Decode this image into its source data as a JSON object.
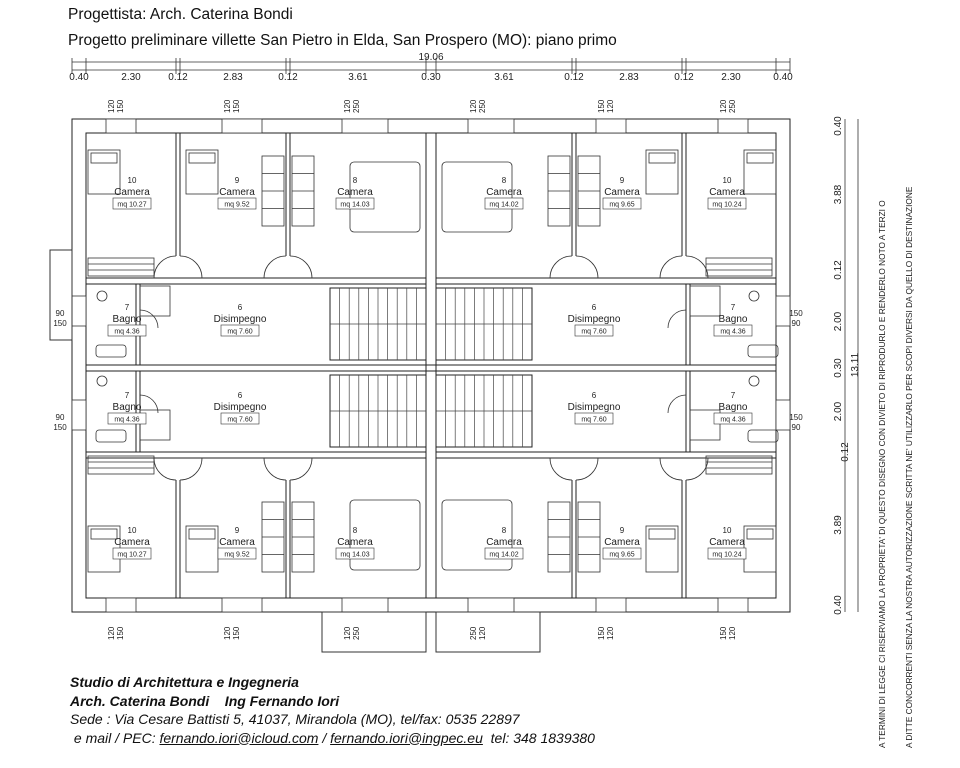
{
  "header": {
    "designer": "Progettista: Arch. Caterina Bondi",
    "project": "Progetto preliminare villette San Pietro in Elda, San Prospero (MO): piano primo"
  },
  "dimensions_top": {
    "total": "19.06",
    "segments": [
      "0.40",
      "2.30",
      "0.12",
      "2.83",
      "0.12",
      "3.61",
      "0.30",
      "3.61",
      "0.12",
      "2.83",
      "0.12",
      "2.30",
      "0.40"
    ]
  },
  "dimensions_right": {
    "total": "13.11",
    "segments": [
      "0.40",
      "3.88",
      "0.12",
      "2.00",
      "0.30",
      "2.00",
      "3.89",
      "0.40"
    ],
    "overlap_label": "0.12"
  },
  "window_labels": {
    "w120_150": [
      "120",
      "150"
    ],
    "w120_250": [
      "120",
      "250"
    ],
    "w150_120": [
      "150",
      "120"
    ],
    "w250_120": [
      "250",
      "120"
    ],
    "w90_150": [
      "90",
      "150"
    ],
    "w150_90": [
      "150",
      "90"
    ]
  },
  "rooms": {
    "camera": "Camera",
    "bagno": "Bagno",
    "disimpegno": "Disimpegno",
    "n10": "10",
    "n9": "9",
    "n8": "8",
    "n7": "7",
    "n6": "6",
    "a_1027": "mq 10.27",
    "a_952": "mq 9.52",
    "a_1403": "mq 14.03",
    "a_1402": "mq 14.02",
    "a_965": "mq 9.65",
    "a_1024": "mq 10.24",
    "a_436": "mq 4.36",
    "a_760": "mq 7.60"
  },
  "copyright": {
    "line1": "A TERMINI DI LEGGE CI RISERVIAMO LA PROPRIETA' DI QUESTO DISEGNO CON DIVIETO DI RIPRODURLO E RENDERLO NOTO A TERZI O",
    "line2": "A DITTE CONCORRENTI SENZA LA NOSTRA AUTORIZZAZIONE SCRITTA NE' UTILIZZARLO PER SCOPI DIVERSI DA QUELLO DI DESTINAZIONE"
  },
  "footer": {
    "studio": "Studio di Architettura e Ingegneria",
    "names": "Arch. Caterina Bondi    Ing Fernando Iori",
    "address": "Sede : Via Cesare Battisti 5, 41037, Mirandola (MO), tel/fax: 0535 22897",
    "email_prefix": " e mail / PEC: ",
    "email1": "fernando.iori@icloud.com",
    "email_sep": " / ",
    "email2": "fernando.iori@ingpec.eu",
    "phone": "  tel: 348 1839380"
  }
}
